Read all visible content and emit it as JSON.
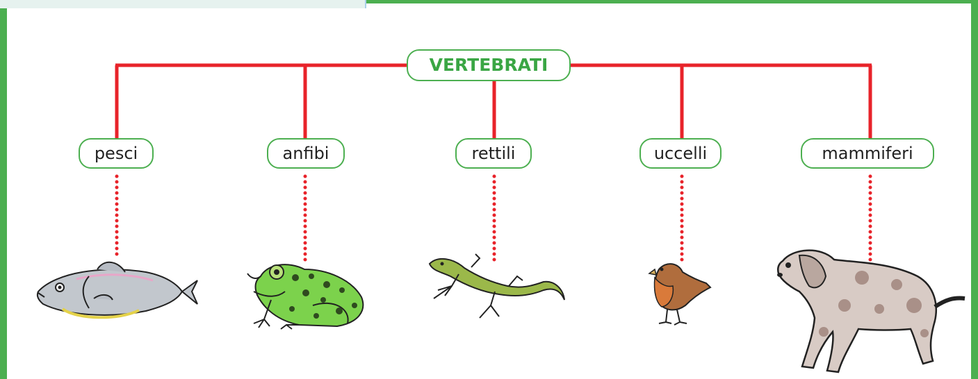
{
  "diagram": {
    "root": "VERTEBRATI",
    "categories": [
      {
        "label": "pesci",
        "animal": "fish"
      },
      {
        "label": "anfibi",
        "animal": "frog"
      },
      {
        "label": "rettili",
        "animal": "lizard"
      },
      {
        "label": "uccelli",
        "animal": "bird"
      },
      {
        "label": "mammiferi",
        "animal": "dog"
      }
    ]
  },
  "colors": {
    "frame_green": "#4caf50",
    "connector_red": "#e8232a",
    "label_green": "#3aa644"
  }
}
